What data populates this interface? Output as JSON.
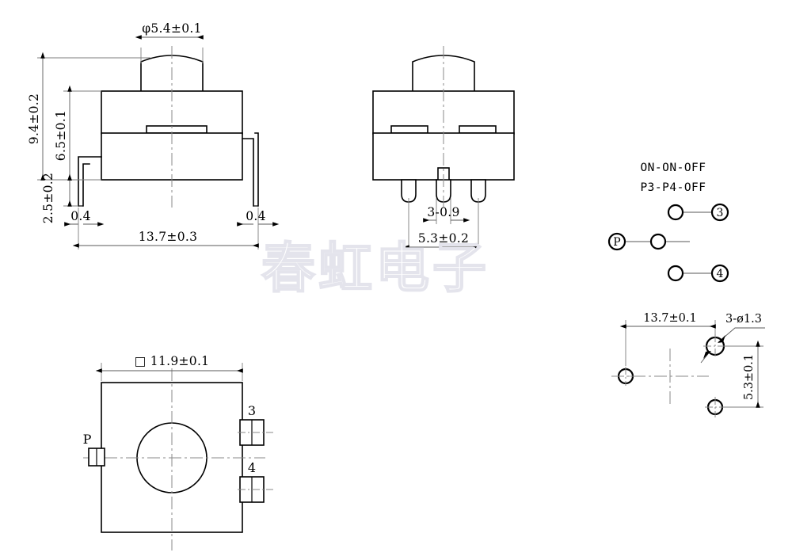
{
  "document": {
    "type": "mechanical-outline-drawing",
    "part": "tactile-push-switch",
    "watermark_text": "春虹电子",
    "units_note": "mm"
  },
  "side_view": {
    "name": "side-view",
    "dimensions": {
      "plunger_diameter": "φ5.4±0.1",
      "overall_height": "9.4±0.2",
      "body_height": "6.5±0.1",
      "lead_length": "2.5±0.2",
      "lead_thickness_left": "0.4",
      "lead_thickness_right": "0.4",
      "overall_width": "13.7±0.3"
    }
  },
  "front_view": {
    "name": "front-view",
    "dimensions": {
      "pin_width": "3-0.9",
      "pin_pitch": "5.3±0.2"
    }
  },
  "top_view": {
    "name": "top-view",
    "dimensions": {
      "body_square": "□ 11.9±0.1"
    },
    "terminals": [
      {
        "id": "P",
        "label": "P",
        "side": "left"
      },
      {
        "id": "3",
        "label": "3",
        "side": "right-top"
      },
      {
        "id": "4",
        "label": "4",
        "side": "right-bottom"
      }
    ]
  },
  "schematic": {
    "name": "switch-function-schematic",
    "title_line1": "ON-ON-OFF",
    "title_line2": "P3-P4-OFF",
    "nodes": [
      {
        "id": "3",
        "label": "3",
        "circled": true
      },
      {
        "id": "P",
        "label": "P",
        "circled": true
      },
      {
        "id": "4",
        "label": "4",
        "circled": true
      }
    ]
  },
  "footprint": {
    "name": "pcb-footprint",
    "dimensions": {
      "hole_spacing_horizontal": "13.7±0.1",
      "hole_callout": "3-ø1.3",
      "hole_spacing_vertical": "5.3±0.1"
    }
  },
  "colors": {
    "line": "#000000",
    "centerline": "#8a8a8a",
    "dimension": "#5a5a5a",
    "watermark": "#e4e4ec",
    "background": "#ffffff"
  }
}
